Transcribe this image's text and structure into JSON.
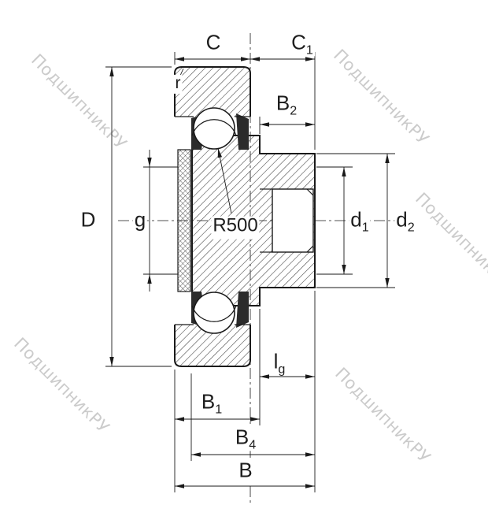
{
  "watermark": {
    "text": "ПодшипникРУ",
    "color": "#cbcbcb"
  },
  "drawing": {
    "type": "bearing cross-section technical drawing",
    "line_color": "#1a1a1a",
    "hatch_color": "#3c3c3c",
    "background": "#ffffff"
  },
  "dims": {
    "c": {
      "main": "C",
      "sub": ""
    },
    "c1": {
      "main": "C",
      "sub": "1"
    },
    "r": {
      "main": "r",
      "sub": ""
    },
    "b2": {
      "main": "B",
      "sub": "2"
    },
    "d": {
      "main": "D",
      "sub": ""
    },
    "g": {
      "main": "g",
      "sub": ""
    },
    "r500": {
      "main": "R500",
      "sub": ""
    },
    "d1": {
      "main": "d",
      "sub": "1"
    },
    "d2": {
      "main": "d",
      "sub": "2"
    },
    "lg": {
      "main": "l",
      "sub": "g"
    },
    "b1": {
      "main": "B",
      "sub": "1"
    },
    "b4": {
      "main": "B",
      "sub": "4"
    },
    "b": {
      "main": "B",
      "sub": ""
    }
  }
}
